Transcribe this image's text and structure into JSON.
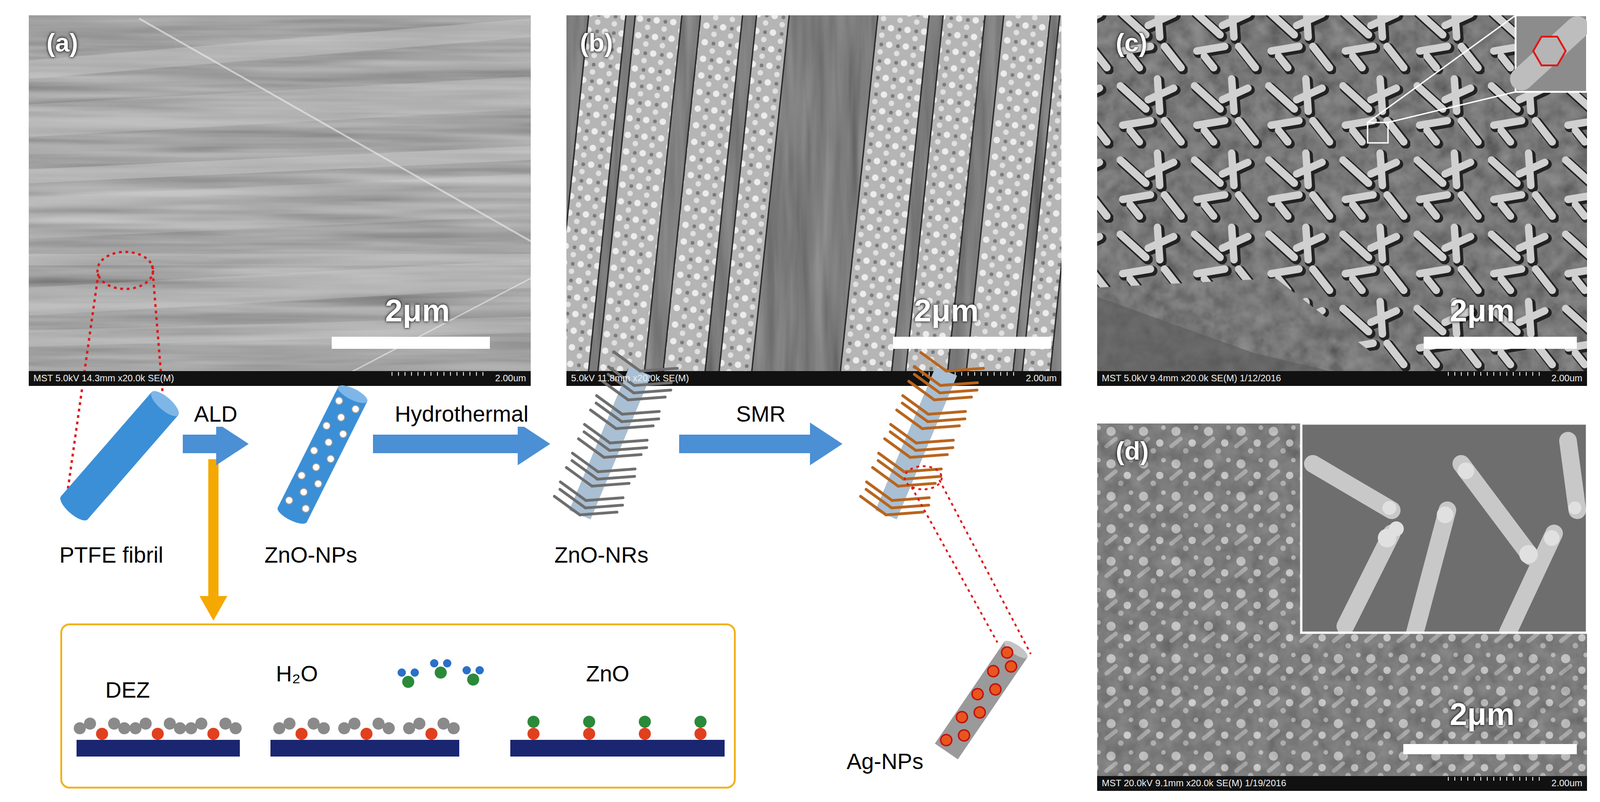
{
  "diagram": {
    "nodes": [
      {
        "text": [
          "PTFE fibril"
        ]
      },
      {
        "text": [
          "ZnO-NPs"
        ]
      },
      {
        "text": [
          "ZnO-NRs"
        ]
      },
      {
        "text": [
          "Ag-NPs"
        ]
      }
    ],
    "edges": [
      {
        "from": 0,
        "to": 1,
        "arrow": "to",
        "label": "ALD"
      },
      {
        "from": 1,
        "to": 2,
        "arrow": "to",
        "label": "Hydrothermal"
      },
      {
        "from": 2,
        "to": 3,
        "arrow": "to",
        "label": "SMR"
      }
    ],
    "labels": [
      "(a)",
      "2μm",
      "MST 5.0kV 14.3mm x20.0k SE(M)",
      "2.00um",
      "(b)",
      "2μm",
      "5.0kV 11.8mm x20.0k SE(M)",
      "2.00um",
      "(c)",
      "2μm",
      "MST 5.0kV 9.4mm x20.0k SE(M) 1/12/2016",
      "2.00um",
      "(d)",
      "2μm",
      "MST 20.0kV 9.1mm x20.0k SE(M) 1/19/2016",
      "2.00um",
      "DEZ",
      "H₂O",
      "ZnO"
    ]
  }
}
